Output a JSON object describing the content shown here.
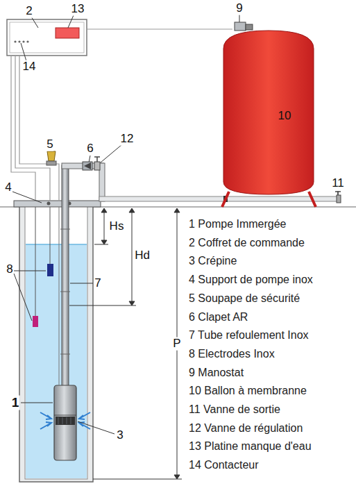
{
  "diagram": {
    "nodes": [
      {
        "text": [
          "10"
        ]
      }
    ],
    "labels": [
      "2",
      "13",
      "14",
      "9",
      "5",
      "6",
      "12",
      "4",
      "11",
      "Hs",
      "Hd",
      "P",
      "8",
      "7",
      "1",
      "3",
      "1 Pompe Immergée",
      "2 Coffret de commande",
      "3 Crépine",
      "4 Support de pompe inox",
      "5 Soupape de sécurité",
      "6 Clapet AR",
      "7 Tube refoulement Inox",
      "8 Electrodes Inox",
      "9 Manostat",
      "10 Ballon à membranne",
      "11 Vanne de sortie",
      "12 Vanne de régulation",
      "13 Platine manque d'eau",
      "14 Contacteur"
    ]
  }
}
